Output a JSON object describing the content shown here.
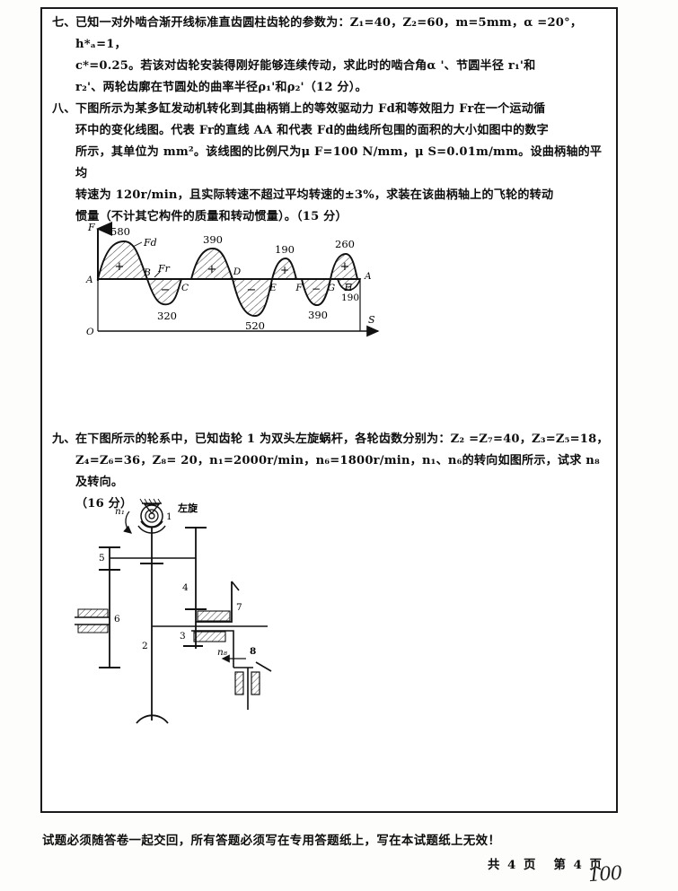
{
  "document": {
    "type": "exam-paper",
    "footer_note": "试题必须随答卷一起交回，所有答题必须写在专用答题纸上，写在本试题纸上无效！",
    "total_pages_label": "共 4 页",
    "current_page_label": "第 4 页",
    "handwritten_mark": "100"
  },
  "questions": [
    {
      "number": "七、",
      "lines": [
        "已知一对外啮合渐开线标准直齿圆柱齿轮的参数为：Z₁=40，Z₂=60，m=5mm，α =20°，h*ₐ=1，",
        "c*=0.25。若该对齿轮安装得刚好能够连续传动，求此时的啮合角α '、节圆半径 r₁'和",
        "r₂'、两轮齿廓在节圆处的曲率半径ρ₁'和ρ₂'（12 分）。"
      ],
      "points": "12 分"
    },
    {
      "number": "八、",
      "lines": [
        "下图所示为某多缸发动机转化到其曲柄销上的等效驱动力 Fd和等效阻力 Fr在一个运动循",
        "环中的变化线图。代表 Fr的直线 AA 和代表 Fd的曲线所包围的面积的大小如图中的数字",
        "所示，其单位为 mm²。该线图的比例尺为μ F=100 N/mm，μ S=0.01m/mm。设曲柄轴的平均",
        "转速为 120r/min，且实际转速不超过平均转速的±3%，求装在该曲柄轴上的飞轮的转动",
        "惯量（不计其它构件的质量和转动惯量）。（15 分）"
      ],
      "points": "15 分"
    },
    {
      "number": "九、",
      "lines": [
        "在下图所示的轮系中，已知齿轮 1 为双头左旋蜗杆，各轮齿数分别为：Z₂ =Z₇=40，Z₃=Z₅=18，",
        "Z₄=Z₆=36，Z₈= 20，n₁=2000r/min，n₆=1800r/min，n₁、n₆的转向如图所示，试求 n₈及转向。",
        "（16 分）"
      ],
      "points": "16 分"
    }
  ],
  "figure_force": {
    "caption": "equivalent driving force / resisting force diagram",
    "axis_y_label": "F",
    "axis_x_label": "S",
    "origin_label": "O",
    "curve_label_driving": "Fd",
    "curve_label_resisting": "Fr",
    "baseline_label_left": "A",
    "baseline_label_right": "A",
    "point_labels": [
      "B",
      "C",
      "D",
      "E",
      "F",
      "G",
      "H"
    ],
    "area_values": [
      "580",
      "320",
      "390",
      "520",
      "190",
      "390",
      "260",
      "190"
    ],
    "sign_markers": [
      "+",
      "−",
      "+",
      "−",
      "+",
      "−",
      "+",
      "−"
    ],
    "areas": [
      {
        "label": "580",
        "sign": "+",
        "position": "above"
      },
      {
        "label": "320",
        "sign": "−",
        "position": "below"
      },
      {
        "label": "390",
        "sign": "+",
        "position": "above"
      },
      {
        "label": "520",
        "sign": "−",
        "position": "below"
      },
      {
        "label": "190",
        "sign": "+",
        "position": "above"
      },
      {
        "label": "390",
        "sign": "−",
        "position": "below"
      },
      {
        "label": "260",
        "sign": "+",
        "position": "above"
      },
      {
        "label": "190",
        "sign": "−",
        "position": "below"
      }
    ]
  },
  "figure_gear_train": {
    "caption": "gear train schematic",
    "hand_label": "左旋",
    "input_speed_label": "n₁",
    "output_speed_label": "n₈",
    "gear_numbers": [
      "1",
      "2",
      "3",
      "4",
      "5",
      "6",
      "7",
      "8"
    ]
  },
  "chart_data": {
    "type": "area",
    "title": "",
    "xlabel": "S",
    "ylabel": "F",
    "categories": [
      "AB",
      "BC",
      "CD",
      "DE",
      "EF",
      "FG",
      "GH",
      "HA"
    ],
    "values": [
      580,
      -320,
      390,
      -520,
      190,
      -390,
      260,
      -190
    ],
    "unit": "mm²",
    "grid": false,
    "legend": [
      "Fd",
      "Fr"
    ],
    "annotations": [
      "A",
      "B",
      "C",
      "D",
      "E",
      "F",
      "G",
      "H",
      "A"
    ]
  }
}
